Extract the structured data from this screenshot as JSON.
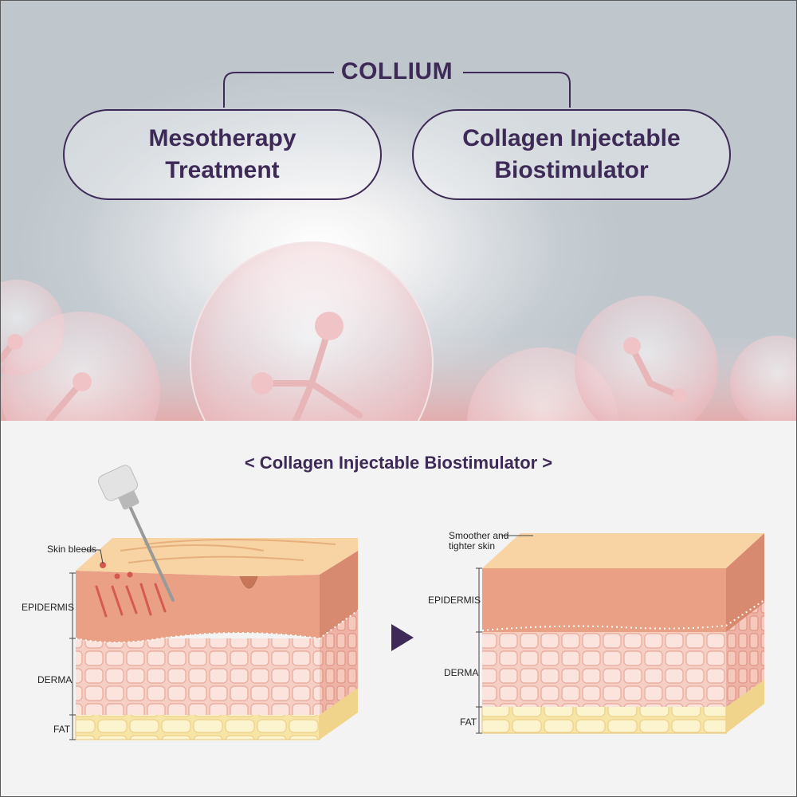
{
  "header": {
    "brand": "COLLIUM",
    "left_pill": {
      "line1": "Mesotherapy",
      "line2": "Treatment"
    },
    "right_pill": {
      "line1": "Collagen Injectable",
      "line2": "Biostimulator"
    }
  },
  "section_title": "< Collagen Injectable Biostimulator >",
  "before": {
    "callout": "Skin bleeds",
    "epidermis": "EPIDERMIS",
    "derma": "DERMA",
    "fat": "FAT"
  },
  "after": {
    "callout_line1": "Smoother and",
    "callout_line2": "tighter skin",
    "epidermis": "EPIDERMIS",
    "derma": "DERMA",
    "fat": "FAT"
  },
  "colors": {
    "accent": "#3e2a57",
    "epidermis": "#e9a084",
    "derma": "#f6cfc4",
    "fat": "#f7e5a8",
    "skin_top": "#f8d3a4"
  }
}
